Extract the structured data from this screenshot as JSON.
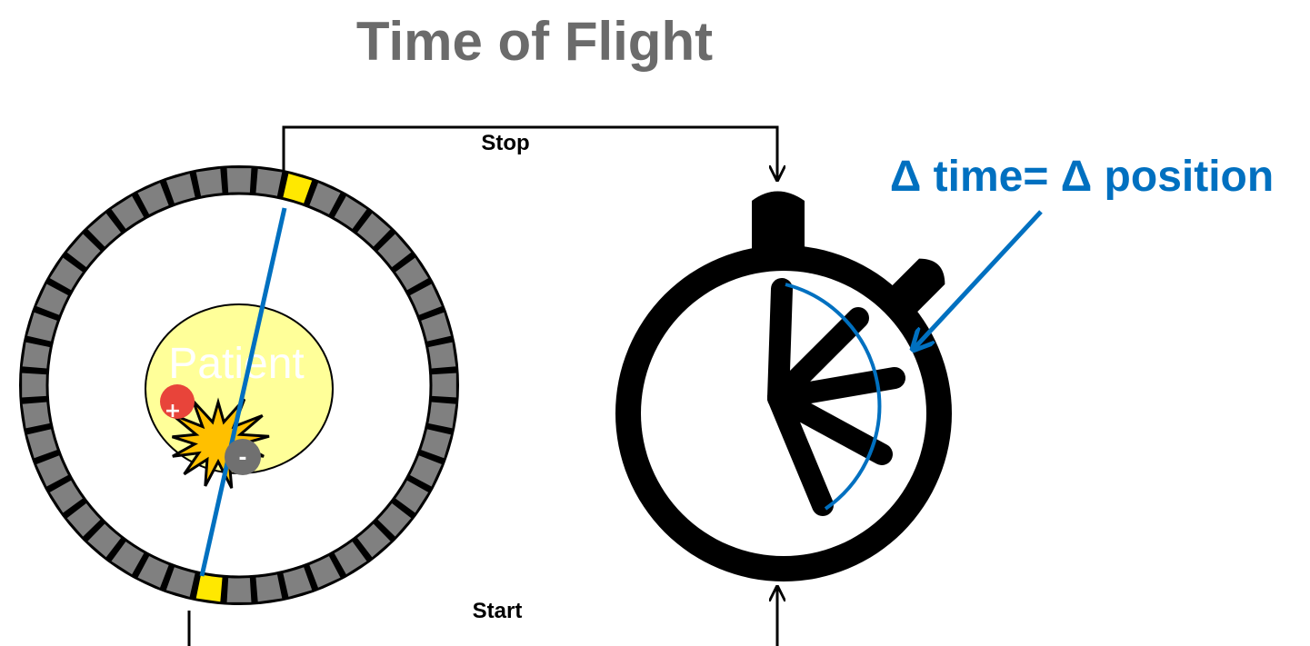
{
  "title": "Time of Flight",
  "labels": {
    "stop": "Stop",
    "start": "Start",
    "patient": "Patient",
    "delta": "Δ time= Δ position",
    "positron_sign": "+",
    "electron_sign": "-"
  },
  "colors": {
    "title": "#6b6b6b",
    "detector_block": "#808080",
    "detector_active": "#ffe800",
    "patient_fill": "#ffff99",
    "burst_fill": "#ffc000",
    "accent_blue": "#0070c0",
    "positron": "#e8443a",
    "electron": "#707070",
    "line": "#000000"
  },
  "icons": {
    "detector_ring": "detector-ring-icon",
    "stopwatch": "stopwatch-icon",
    "annihilation": "annihilation-burst-icon"
  },
  "detector_ring": {
    "block_count": 44
  }
}
